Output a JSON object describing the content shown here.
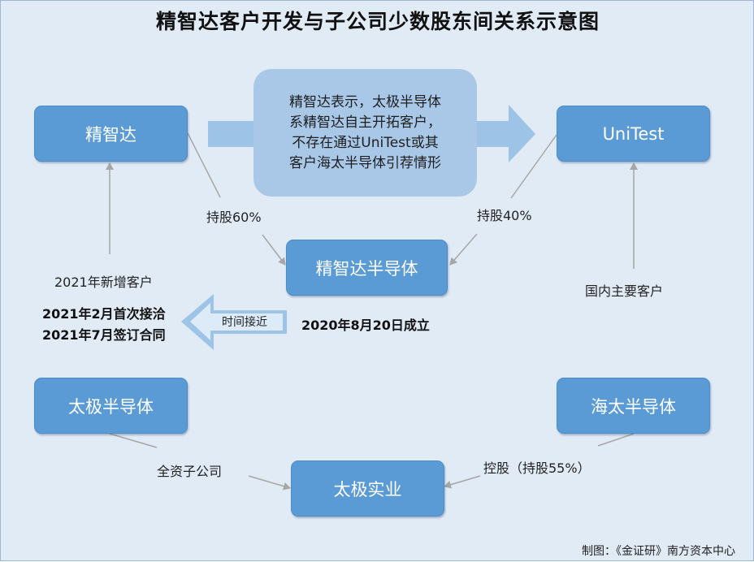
{
  "title": "精智达客户开发与子公司少数股东间关系示意图",
  "nodes": {
    "jingzhida": "精智达",
    "unitest": "UniTest",
    "jzd_semi": "精智达半导体",
    "taiji_semi": "太极半导体",
    "haitai_semi": "海太半导体",
    "taiji_industry": "太极实业"
  },
  "note": {
    "lines": [
      "精智达表示，太极半导体",
      "系精智达自主开拓客户，",
      "不存在通过UniTest或其",
      "客户海太半导体引荐情形"
    ]
  },
  "labels": {
    "hold60": "持股60%",
    "hold40": "持股40%",
    "new_customer_2021": "2021年新增客户",
    "contact": "2021年2月首次接洽",
    "contract": "2021年7月签订合同",
    "time_approach": "时间接近",
    "established": "2020年8月20日成立",
    "domestic_customer": "国内主要客户",
    "wholly_owned": "全资子公司",
    "controlling": "控股（持股55%）"
  },
  "footer": "制图：《金证研》南方资本中心",
  "colors": {
    "background": "#e1ebf6",
    "node_fill": "#5b9bd5",
    "note_fill": "#a9c8e8",
    "big_arrow": "#9dc3e6",
    "connector": "#a6a6a6"
  }
}
